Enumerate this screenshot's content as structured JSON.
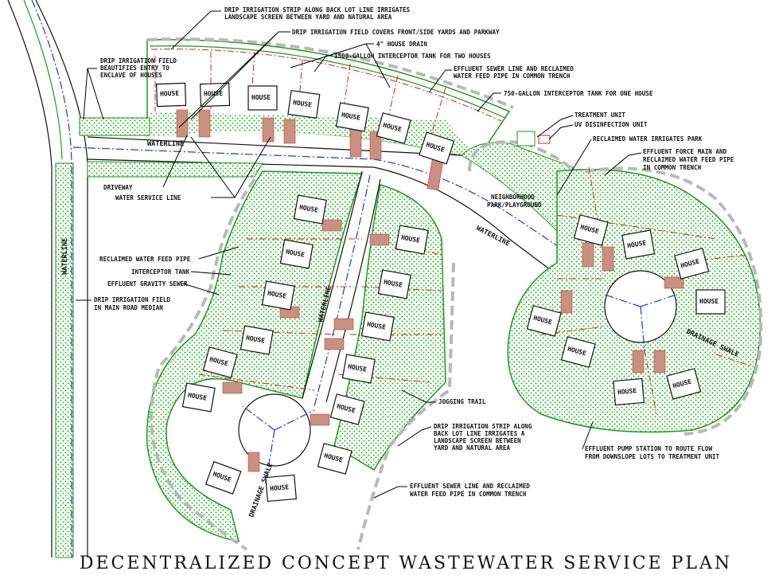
{
  "title": "DECENTRALIZED CONCEPT WASTEWATER SERVICE PLAN",
  "house_label": "HOUSE",
  "street_label": "WATERLINE",
  "swale_label": "DRAINAGE SWALE",
  "colors": {
    "irrigation": "#1a9a1a",
    "sewer": "#d42020",
    "waterline": "#1a3ad4",
    "boundary": "#b8b8b8",
    "driveway": "#c89080"
  },
  "annotations": {
    "back_lot_strip_top": [
      "DRIP IRRIGATION STRIP ALONG BACK LOT LINE IRRIGATES",
      "LANDSCAPE SCREEN BETWEEN YARD AND NATURAL AREA"
    ],
    "front_side_yards": "DRIP IRRIGATION FIELD COVERS FRONT/SIDE YARDS AND PARKWAY",
    "house_drain": "4\" HOUSE DRAIN",
    "tank_1500": "1500-GALLON INTERCEPTOR TANK FOR TWO HOUSES",
    "common_trench_top": [
      "EFFLUENT SEWER LINE AND RECLAIMED",
      "WATER FEED PIPE IN COMMON TRENCH"
    ],
    "tank_750": "750-GALLON INTERCEPTOR TANK FOR ONE HOUSE",
    "entry_field": [
      "DRIP IRRIGATION FIELD",
      "BEAUTIFIES ENTRY TO",
      "ENCLAVE OF HOUSES"
    ],
    "treatment_unit": "TREATMENT UNIT",
    "uv_unit": "UV DISINFECTION UNIT",
    "park_irrigation": "RECLAIMED WATER IRRIGATES PARK",
    "force_main": [
      "EFFLUENT FORCE MAIN AND",
      "RECLAIMED WATER FEED PIPE",
      "IN COMMON TRENCH"
    ],
    "driveway": "DRIVEWAY",
    "water_service": "WATER SERVICE LINE",
    "park": [
      "NEIGHBORHOOD",
      "PARK/PLAYGROUND"
    ],
    "reclaimed_feed": "RECLAIMED WATER FEED PIPE",
    "interceptor_tank": "INTERCEPTOR TANK",
    "gravity_sewer": "EFFLUENT GRAVITY SEWER",
    "median_field": [
      "DRIP IRRIGATION FIELD",
      "IN MAIN ROAD MEDIAN"
    ],
    "jogging_trail": "JOGGING TRAIL",
    "back_lot_strip_bottom": [
      "DRIP IRRIGATION STRIP ALONG",
      "BACK LOT LINE IRRIGATES A",
      "LANDSCAPE SCREEN BETWEEN",
      "YARD AND NATURAL AREA"
    ],
    "pump_station": [
      "EFFLUENT PUMP STATION TO ROUTE FLOW",
      "FROM DOWNSLOPE LOTS TO TREATMENT UNIT"
    ],
    "common_trench_bottom": [
      "EFFLUENT SEWER LINE AND RECLAIMED",
      "WATER FEED PIPE IN COMMON TRENCH"
    ]
  }
}
